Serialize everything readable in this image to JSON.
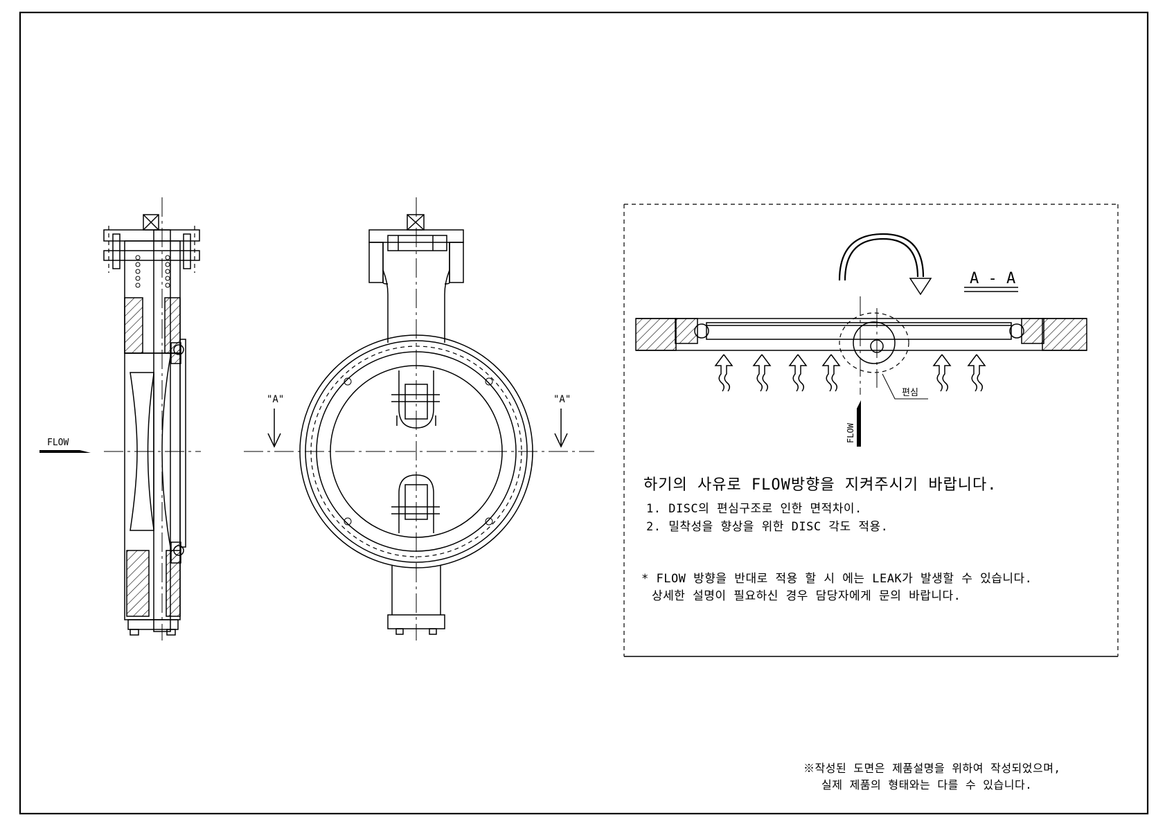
{
  "labels": {
    "flow_left": "FLOW",
    "flow_right": "FLOW",
    "section_left": "\"A\"",
    "section_right": "\"A\"",
    "section_title": "A - A",
    "eccentric": "편심"
  },
  "notes": {
    "heading": "하기의 사유로  FLOW방향을 지켜주시기 바랍니다.",
    "items": [
      "1. DISC의 편심구조로 인한 면적차이.",
      "2. 밀착성을 향상을 위한 DISC 각도 적용."
    ],
    "warning_1": "* FLOW 방향을 반대로 적용 할 시 에는 LEAK가 발생할 수 있습니다.",
    "warning_2": "상세한 설명이 필요하신 경우 담당자에게 문의 바랍니다."
  },
  "footer": {
    "line_1": "※작성된 도면은 제품설명을 위하여 작성되었으며,",
    "line_2": "실제 제품의 형태와는 다를 수 있습니다."
  }
}
